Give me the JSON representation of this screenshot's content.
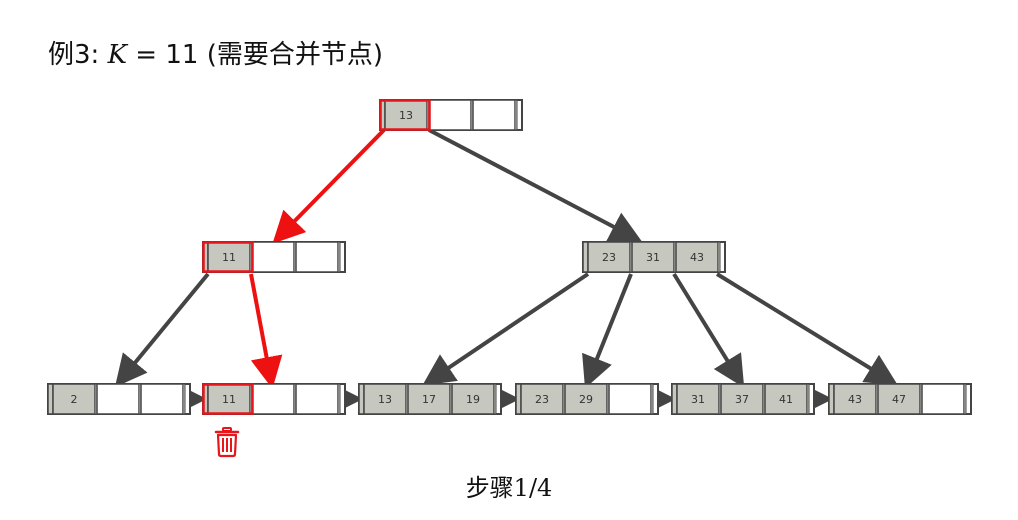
{
  "title": {
    "prefix": "例3: ",
    "variable": "K",
    "equals": " = ",
    "value": "11",
    "note": " (需要合并节点)"
  },
  "step_label": "步骤1/4",
  "colors": {
    "key_fill": "#c6c8c0",
    "border": "#444444",
    "highlight": "#e8151b",
    "arrow": "#444444",
    "arrow_highlight": "#ee1111",
    "trash": "#e8151b"
  },
  "icons": {
    "delete": "trash-icon"
  },
  "tree": {
    "root": {
      "keys": [
        "13",
        "",
        ""
      ],
      "highlight_key": 0
    },
    "internal": [
      {
        "keys": [
          "11",
          "",
          ""
        ],
        "highlight_key": 0
      },
      {
        "keys": [
          "23",
          "31",
          "43"
        ],
        "highlight_key": -1
      }
    ],
    "leaves": [
      {
        "keys": [
          "2",
          "",
          ""
        ],
        "highlight_key": -1
      },
      {
        "keys": [
          "11",
          "",
          ""
        ],
        "highlight_key": 0,
        "marked_for_delete": true
      },
      {
        "keys": [
          "13",
          "17",
          "19"
        ],
        "highlight_key": -1
      },
      {
        "keys": [
          "23",
          "29",
          ""
        ],
        "highlight_key": -1
      },
      {
        "keys": [
          "31",
          "37",
          "41"
        ],
        "highlight_key": -1
      },
      {
        "keys": [
          "43",
          "47",
          ""
        ],
        "highlight_key": -1
      }
    ],
    "highlighted_path": [
      "root",
      "internal-0",
      "leaf-1"
    ]
  }
}
